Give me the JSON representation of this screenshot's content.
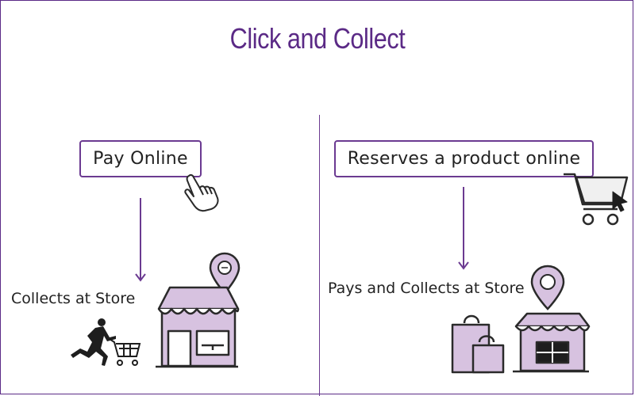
{
  "diagram": {
    "title": "Click and Collect",
    "left": {
      "step1": "Pay Online",
      "step2": "Collects at Store"
    },
    "right": {
      "step1": "Reserves a product online",
      "step2": "Pays and Collects at Store"
    }
  },
  "colors": {
    "accent": "#5b2a86",
    "fill": "#d7c2e0",
    "dark": "#2a2a2a"
  },
  "icons": [
    "hand-pointer-icon",
    "storefront-icon",
    "location-pin-icon",
    "running-person-icon",
    "shopping-cart-icon",
    "cart-cursor-icon",
    "shopping-bags-icon"
  ]
}
